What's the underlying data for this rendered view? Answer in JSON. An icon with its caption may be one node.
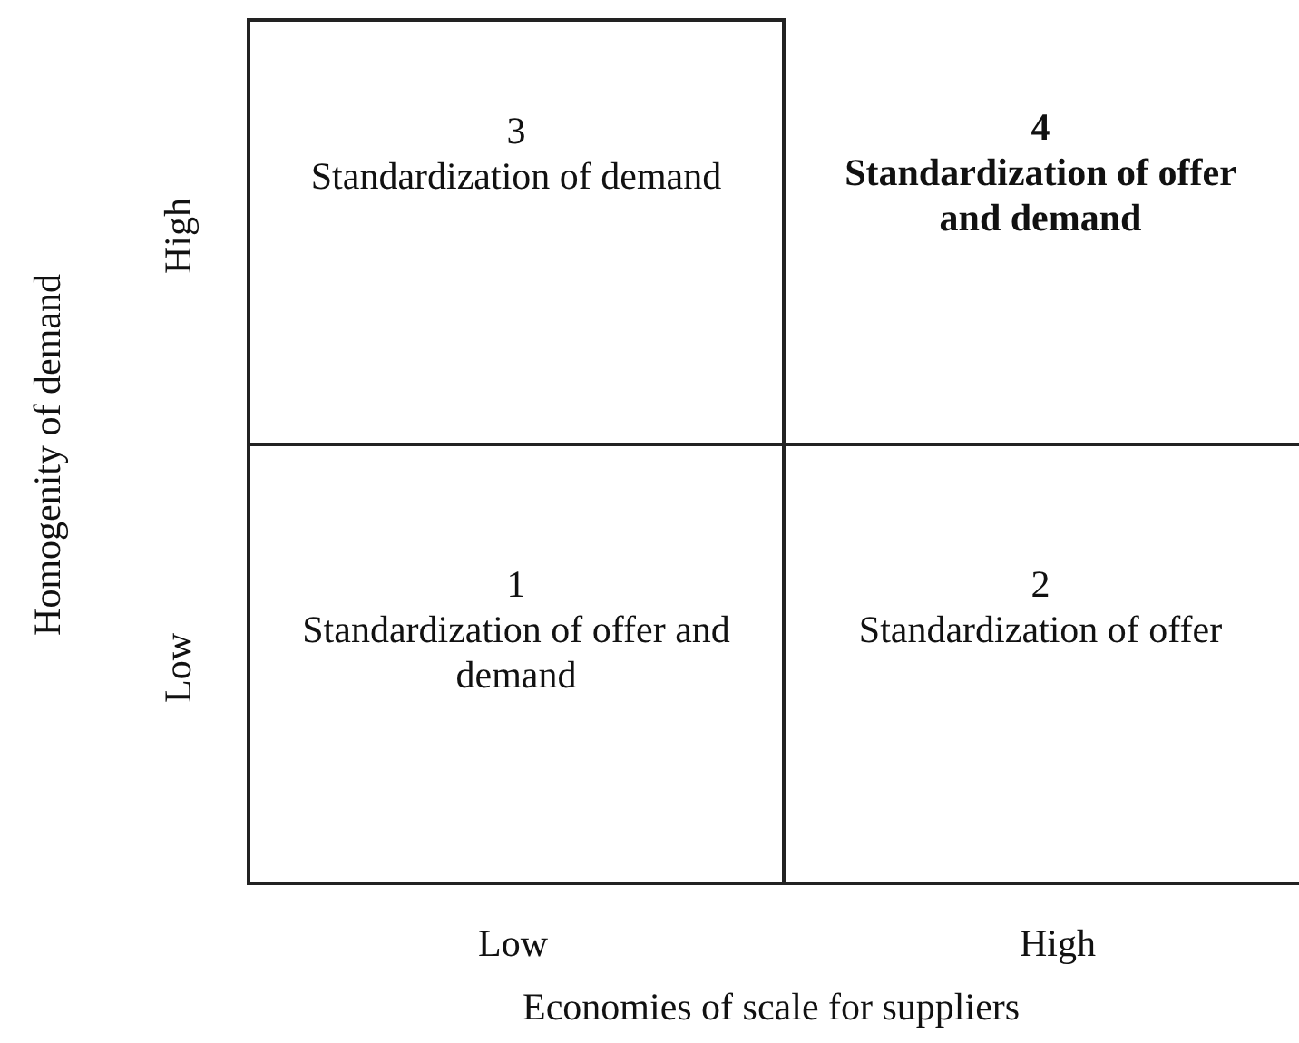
{
  "diagram": {
    "nodes": [
      {
        "text": [
          "3",
          "Standardization of demand"
        ]
      },
      {
        "text": [
          "4",
          "Standardization of offer and demand"
        ]
      },
      {
        "text": [
          "1",
          "Standardization of offer and demand"
        ]
      },
      {
        "text": [
          "2",
          "Standardization of offer"
        ]
      }
    ],
    "labels": [
      "Homogenity of demand",
      "High",
      "Low",
      "Low",
      "High",
      "Economies of scale for suppliers"
    ]
  }
}
